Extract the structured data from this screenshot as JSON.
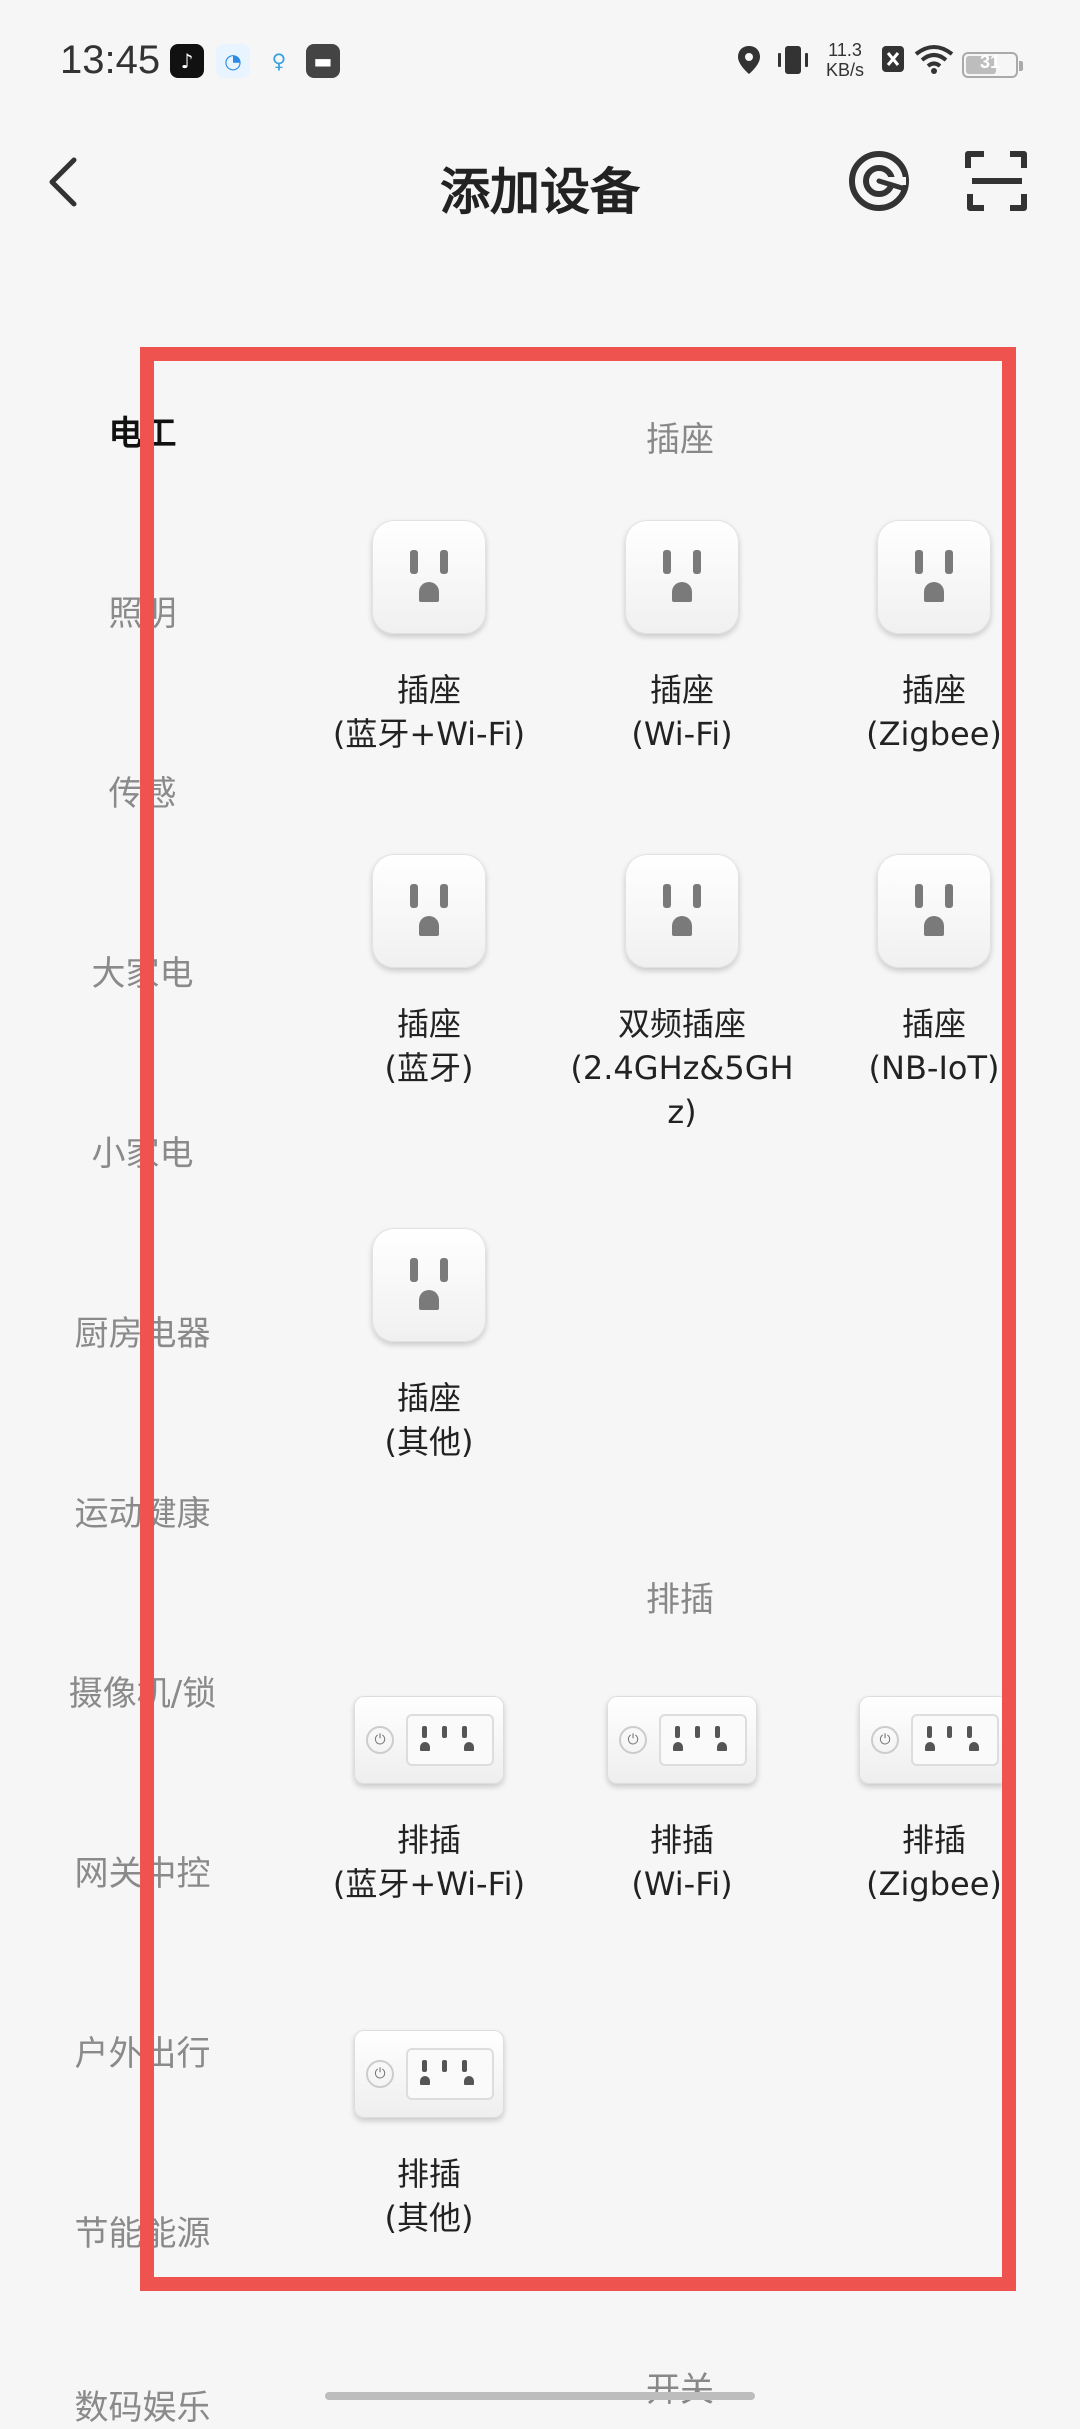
{
  "status_bar": {
    "time": "13:45",
    "net_speed_value": "11.3",
    "net_speed_unit": "KB/s",
    "battery": "31",
    "icons": [
      "tiktok-icon",
      "browser-icon",
      "qq-icon",
      "bag-icon",
      "location-icon",
      "vibrate-icon",
      "sim-off-icon",
      "wifi-icon"
    ]
  },
  "header": {
    "title": "添加设备",
    "back_icon": "chevron-left-icon",
    "radar_icon": "radar-scan-icon",
    "scan_icon": "qr-scan-icon"
  },
  "sidebar": {
    "items": [
      {
        "label": "电工",
        "active": true
      },
      {
        "label": "照明"
      },
      {
        "label": "传感"
      },
      {
        "label": "大家电"
      },
      {
        "label": "小家电"
      },
      {
        "label": "厨房电器"
      },
      {
        "label": "运动健康"
      },
      {
        "label": "摄像机/锁"
      },
      {
        "label": "网关中控"
      },
      {
        "label": "户外出行"
      },
      {
        "label": "节能能源"
      },
      {
        "label": "数码娱乐"
      }
    ]
  },
  "sections": [
    {
      "title": "插座",
      "items": [
        {
          "line1": "插座",
          "line2": "(蓝牙+Wi-Fi)"
        },
        {
          "line1": "插座",
          "line2": "(Wi-Fi)"
        },
        {
          "line1": "插座",
          "line2": "(Zigbee)"
        },
        {
          "line1": "插座",
          "line2": "(蓝牙)"
        },
        {
          "line1": "双频插座",
          "line2": "(2.4GHz&5GH",
          "line3": "z)"
        },
        {
          "line1": "插座",
          "line2": "(NB-IoT)"
        },
        {
          "line1": "插座",
          "line2": "(其他)"
        }
      ]
    },
    {
      "title": "排插",
      "items": [
        {
          "line1": "排插",
          "line2": "(蓝牙+Wi-Fi)"
        },
        {
          "line1": "排插",
          "line2": "(Wi-Fi)"
        },
        {
          "line1": "排插",
          "line2": "(Zigbee)"
        },
        {
          "line1": "排插",
          "line2": "(其他)"
        }
      ]
    },
    {
      "title": "开关"
    }
  ],
  "colors": {
    "highlight": "#ef5350",
    "background": "#f6f6f6"
  }
}
